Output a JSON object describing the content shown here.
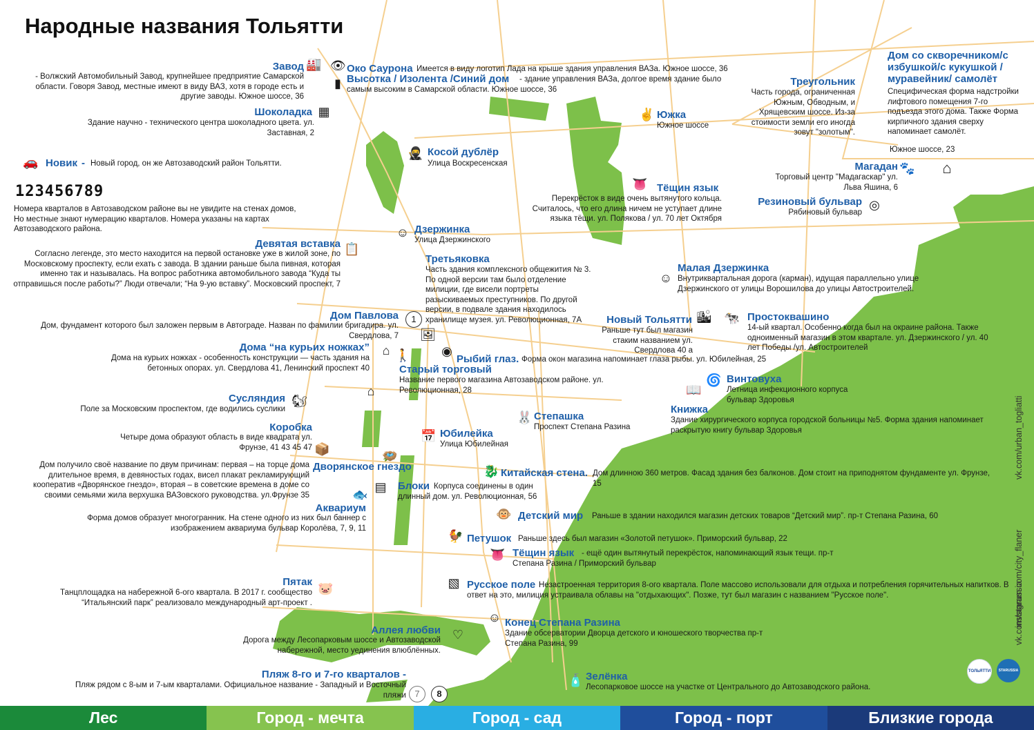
{
  "title": "Народные названия Тольятти",
  "numbers_sample": "123456789",
  "colors": {
    "green": "#7dc04a",
    "road": "#f5cf8f",
    "heading": "#1f5fa8"
  },
  "places": {
    "zavod": {
      "name": "Завод",
      "desc": "- Волжский Автомобильный Завод, крупнейшее предприятие Самарской области. Говоря Завод, местные имеют в виду ВАЗ, хотя в городе есть и другие заводы. Южное шоссе, 36"
    },
    "oko": {
      "name": "Око Саурона",
      "desc": "Имеется в виду логотип Лада на крыше здания управления ВАЗа. Южное шоссе, 36"
    },
    "vysotka": {
      "name": "Высотка / Изолента /Синий дом",
      "desc": "- здание управления ВАЗа, долгое время здание было самым высоким в Самарской области. Южное шоссе, 36"
    },
    "shokoladka": {
      "name": "Шоколадка",
      "desc": "Здание научно - технического центра шоколадного цвета. ул. Заставная, 2"
    },
    "novik": {
      "name": "Новик",
      "dash": "-",
      "desc": "Новый город, он же Автозаводский район Тольятти."
    },
    "kvartaly": {
      "desc": "Номера кварталов в Автозаводском районе вы не увидите на стенах домов, Но местные знают нумерацию кварталов. Номера указаны на картах Автозаводского района."
    },
    "kosoy": {
      "name": "Косой дублёр",
      "desc": "Улица Воскресенская"
    },
    "yuzhka": {
      "name": "Южка",
      "desc": "Южное шоссе"
    },
    "treugolnik": {
      "name": "Треугольник",
      "desc": "Часть города, ограниченная Южным, Обводным, и Хрящевским шоссе. Из-за стоимости земли его иногда зовут \"золотым\"."
    },
    "skvorechnik": {
      "name": "Дом со скворечником/с избушкой/с кукушкой / муравейник/ самолёт",
      "desc": "Специфическая форма надстройки лифтового помещения 7-го подъезда этого дома. Также Форма кирпичного здания сверху напоминает самолёт.",
      "addr": "Южное шоссе, 23"
    },
    "magadan": {
      "name": "Магадан",
      "desc": "Торговый центр \"Мадагаскар\" ул. Льва Яшина, 6"
    },
    "teshchin1": {
      "name": "Тёщин язык",
      "desc": "Перекрёсток в виде очень вытянутого кольца. Считалось, что его длина ничем не уступает длине языка тёщи. ул. Полякова / ул. 70 лет Октября"
    },
    "rezinovy": {
      "name": "Резиновый бульвар",
      "desc": "Рябиновый бульвар"
    },
    "dzerzhinka": {
      "name": "Дзержинка",
      "desc": "Улица Дзержинского"
    },
    "devyataya": {
      "name": "Девятая вставка",
      "desc": "Согласно легенде, это место находится на первой остановке уже в жилой зоне, по Московскому проспекту, если ехать с завода. В здании раньше была пивная, которая именно так и называлась. На вопрос работника автомобильного завода “Куда ты отправишься после работы?” Люди отвечали; “На 9-ую вставку”. Московский проспект, 7"
    },
    "tretyakovka": {
      "name": "Третьяковка",
      "desc": "Часть здания комплексного общежития № 3. По одной версии там было отделение милиции, где висели портреты разыскиваемых преступников. По другой версии, в подвале здания находилось хранилище музея. ул. Революционная, 7А"
    },
    "malaya": {
      "name": "Малая Дзержинка",
      "desc": "Внутриквартальная дорога (карман), идущая параллельно улице Дзержинского от улицы Ворошилова до улицы Автостроителей."
    },
    "pavlova": {
      "name": "Дом Павлова",
      "desc": "Дом, фундамент которого был заложен первым в Автограде. Назван по фамилии бригадира. ул. Свердлова, 7"
    },
    "noviy": {
      "name": "Новый Тольятти",
      "desc": "Раньше тут был магазин стаким названием ул. Свердлова 40 а"
    },
    "prostokvashino": {
      "name": "Простоквашино",
      "desc": "14-ый квартал. Особенно когда был на окраине района. Также одноименный магазин в этом квартале. ул. Дзержинского / ул. 40 лет Победы /ул. Автостроителей"
    },
    "kurii": {
      "name": "Дома “на курьих ножках”",
      "desc": "Дома на курьих ножках - особенность конструкции — часть здания на бетонных опорах. ул. Свердлова 41, Ленинский проспект 40"
    },
    "rybiy": {
      "name": "Рыбий глаз.",
      "desc": "Форма окон магазина напоминает глаза рыбы. ул. Юбилейная, 25"
    },
    "stary": {
      "name": "Старый торговый",
      "desc": "Название первого магазина Автозаводском районе. ул. Революционная, 28"
    },
    "vintovuha": {
      "name": "Винтовуха",
      "desc": "Летница инфекционного корпуса бульвар Здоровья"
    },
    "suslyandia": {
      "name": "Сусляндия",
      "desc": "Поле за Московским проспектом, где водились суслики"
    },
    "knizhka": {
      "name": "Книжка",
      "desc": "Здание хирургического корпуса городской больницы №5. Форма здания напоминает раскрытую книгу бульвар Здоровья"
    },
    "stepashka": {
      "name": "Степашка",
      "desc": "Проспект Степана Разина"
    },
    "korobka": {
      "name": "Коробка",
      "desc": "Четыре дома образуют область в виде квадрата ул. Фрунзе, 41 43 45 47"
    },
    "yubileyka": {
      "name": "Юбилейка",
      "desc": "Улица Юбилейная"
    },
    "gnezdo": {
      "name": "Дворянское гнездо",
      "desc": "Дом получило своё название по двум причинам: первая – на торце дома длительное время, в девяностых годах, висел плакат рекламирующий кооператив «Дворянское гнездо», вторая – в советские времена в доме со своими семьями жила верхушка ВАЗовского руководства. ул.Фрунзе 35"
    },
    "kitayskaya": {
      "name": "Китайская стена.",
      "desc": "Дом длинною 360 метров. Фасад здания без балконов. Дом стоит на приподнятом фундаменте ул. Фрунзе, 15"
    },
    "bloki": {
      "name": "Блоки",
      "desc": "Корпуса соединены в один длинный дом. ул. Революционная, 56"
    },
    "akvarium": {
      "name": "Аквариум",
      "desc": "Форма домов образует многогранник. На стене одного из них был баннер с изображением аквариума бульвар Королёва, 7, 9, 11"
    },
    "detsky": {
      "name": "Детский мир",
      "desc": "Раньше в здании находился магазин детских товаров “Детский мир”. пр-т Степана Разина, 60"
    },
    "petushok": {
      "name": "Петушок",
      "desc": "Раньше здесь был магазин «Золотой петушок». Приморский бульвар, 22"
    },
    "teshchin2": {
      "name": "Тёщин язык",
      "desc": "- ещё один вытянутый перекрёсток, напоминающий язык тещи. пр-т Степана Разина / Приморский бульвар"
    },
    "pyatak": {
      "name": "Пятак",
      "desc": "Танцплощадка на набережной 6-ого квартала. В 2017 г. сообщество “Итальянский парк” реализовало международный арт-проект ."
    },
    "russkoe": {
      "name": "Русское поле",
      "desc": "Незастроенная территория 8-ого квартала. Поле массово использовали для отдыха и потребления горячительных напитков. В ответ на это, милиция устраивала облавы на \"отдыхающих\". Позже, тут был магазин с названием \"Русское поле\"."
    },
    "konec": {
      "name": "Конец Степана Разина",
      "desc": "Здание обсерватории Дворца детского и юношеского творчества пр-т Степана Разина, 99"
    },
    "alleya": {
      "name": "Аллея любви",
      "desc": "Дорога между Лесопарковым шоссе и Автозаводской набережной, место уединения влюблённых."
    },
    "plyazh": {
      "name": "Пляж 8-го и 7-го кварталов -",
      "desc": "Пляж рядом с 8-ым и 7-ым кварталами. Официальное название - Западный и Восточный пляжи"
    },
    "zelenka": {
      "name": "Зелёнка",
      "desc": "Лесопарковое шоссе на участке от Центрального до Автозаводского района."
    }
  },
  "markers": {
    "m1": "1",
    "m7": "7",
    "m8": "8"
  },
  "side_links": [
    "vk.com/urban_togliatti",
    "instagram.com/city_flaner",
    "vk.com/starussia"
  ],
  "logos": {
    "left": "ТОЛЬЯТТИ",
    "right": "STARUSSIA"
  },
  "legend": [
    {
      "label": "Лес",
      "color": "#1b8a3a"
    },
    {
      "label": "Город - мечта",
      "color": "#86c34f"
    },
    {
      "label": "Город - сад",
      "color": "#29aee3"
    },
    {
      "label": "Город - порт",
      "color": "#1f4e9c"
    },
    {
      "label": "Близкие города",
      "color": "#1b3a7a"
    }
  ]
}
